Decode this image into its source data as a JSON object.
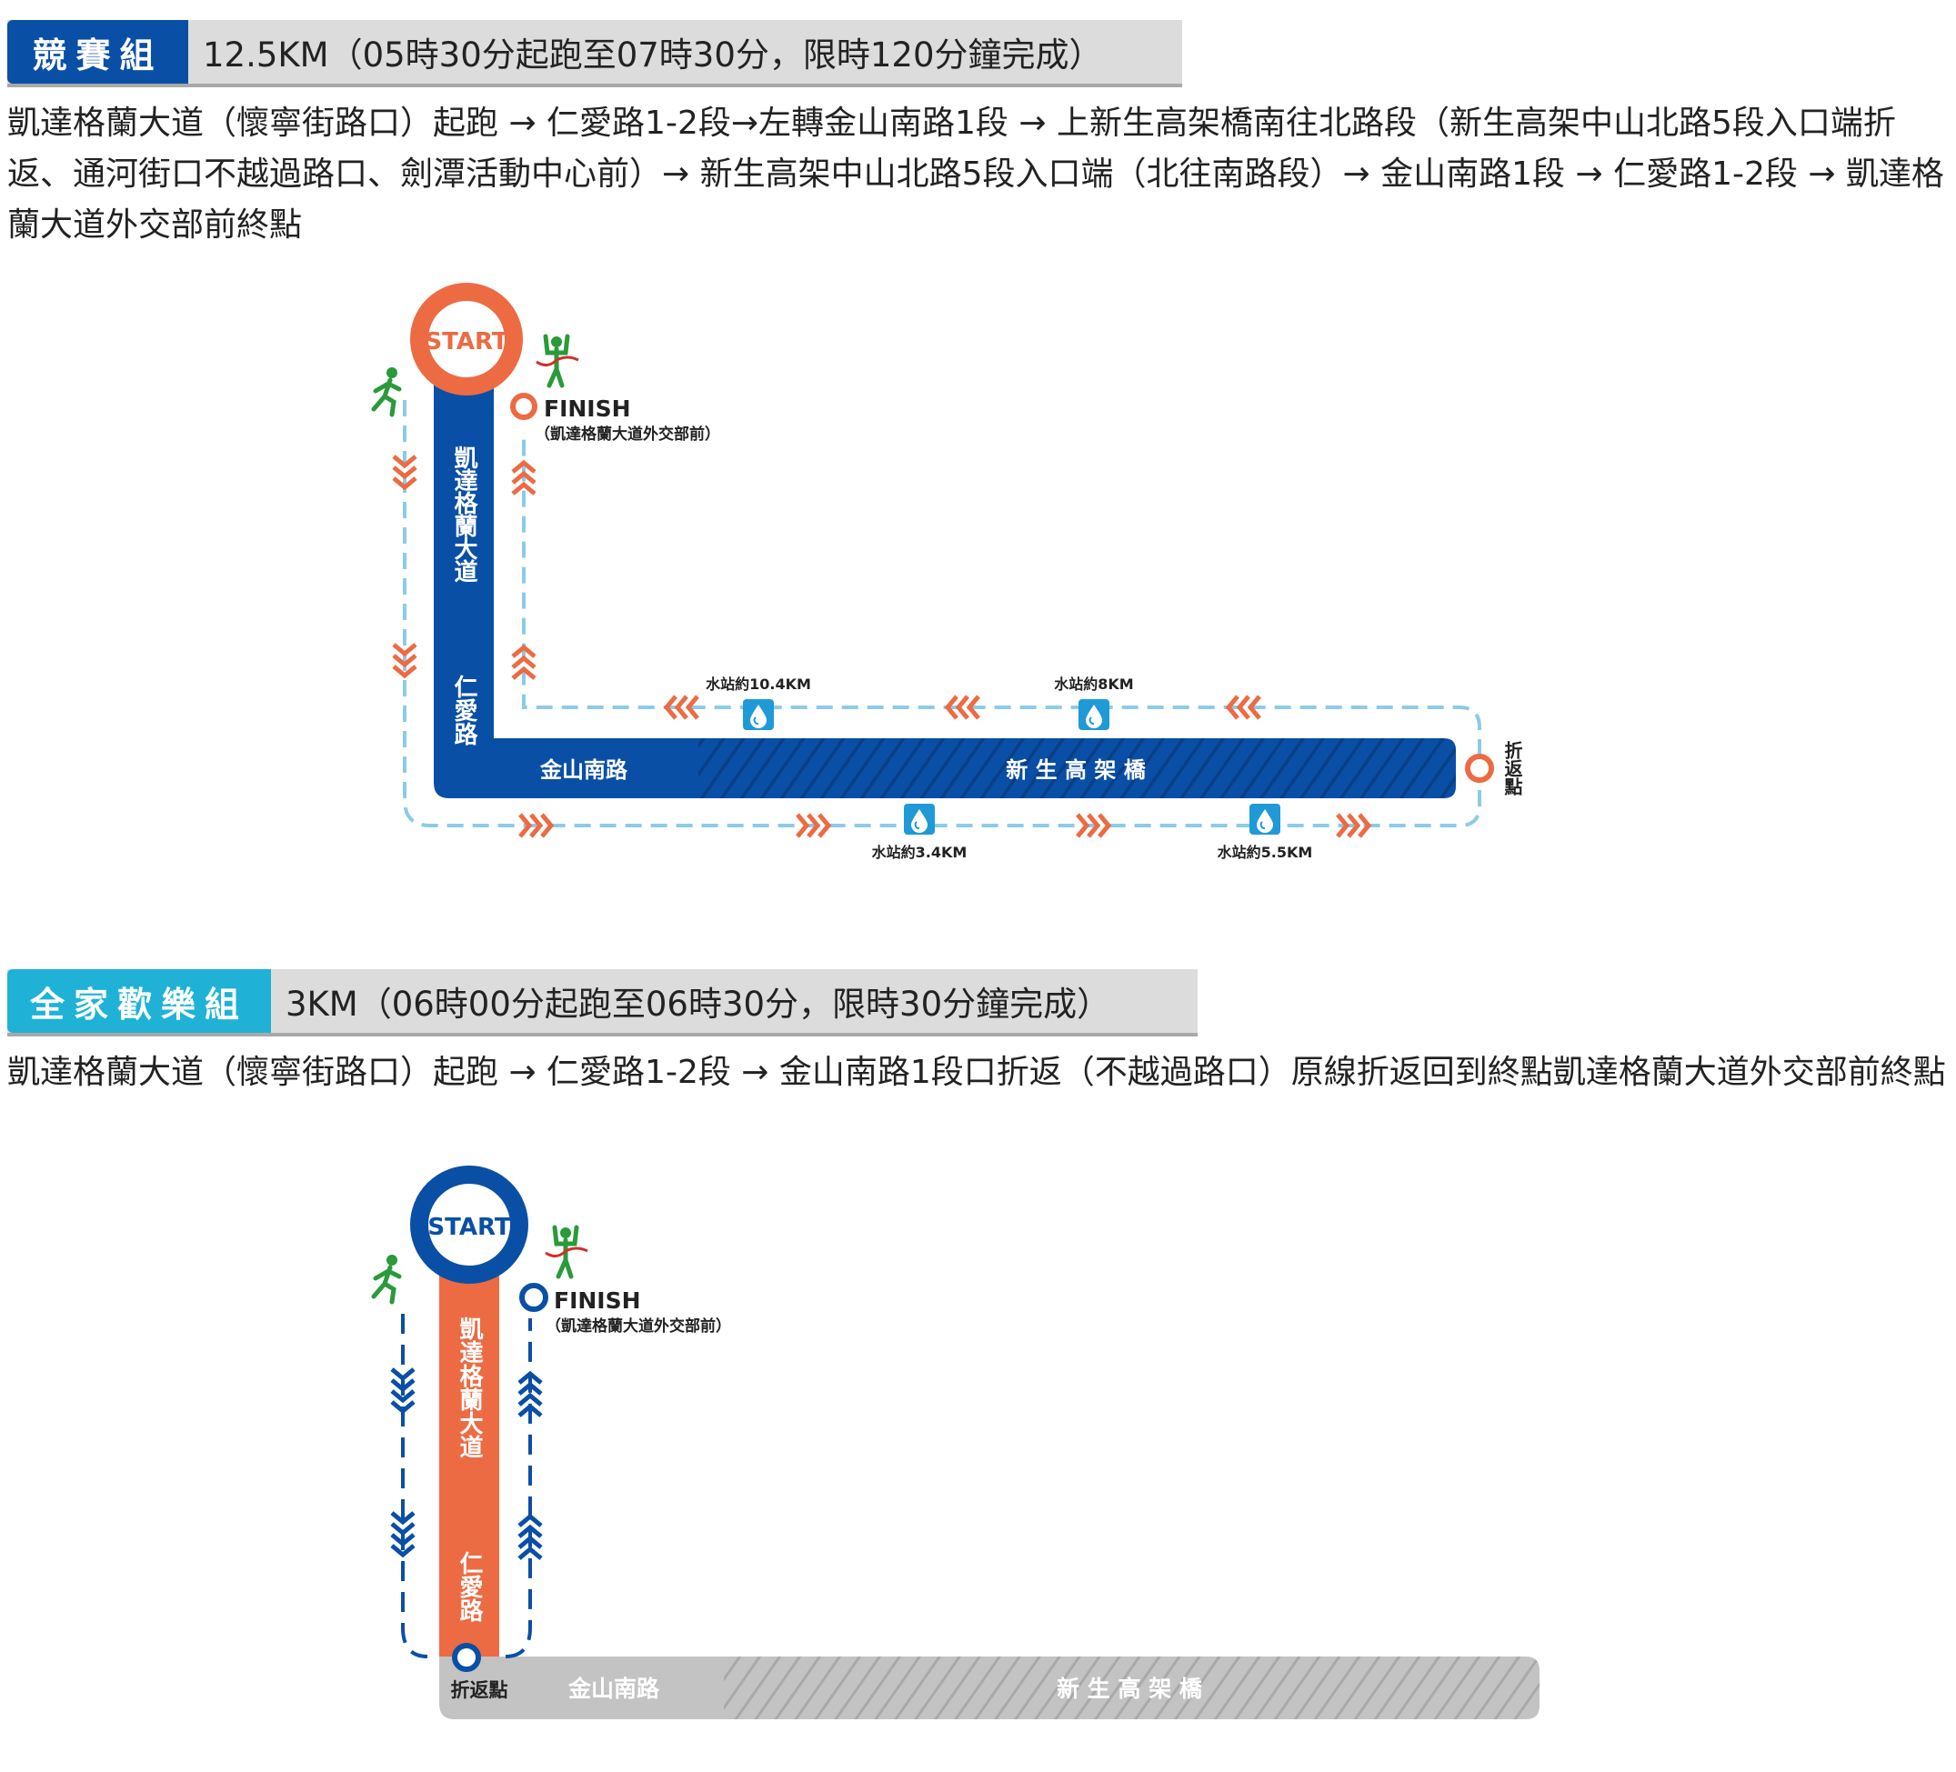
{
  "sections": [
    {
      "tag": "競賽組",
      "summary": "12.5KM（05時30分起跑至07時30分，限時120分鐘完成）",
      "route": "凱達格蘭大道（懷寧街路口）起跑 → 仁愛路1-2段→左轉金山南路1段 → 上新生高架橋南往北路段（新生高架中山北路5段入口端折返、通河街口不越過路口、劍潭活動中心前）→ 新生高架中山北路5段入口端（北往南路段）→ 金山南路1段 → 仁愛路1-2段 → 凱達格蘭大道外交部前終點",
      "accent": "#0a4fa6",
      "map": {
        "start": "START",
        "finish": "FINISH",
        "finish_note": "（凱達格蘭大道外交部前）",
        "road_vertical_1": "凱達格蘭大道",
        "road_vertical_2": "仁愛路",
        "road_horizontal_1": "金山南路",
        "road_horizontal_2": "新 生 高 架 橋",
        "turnaround": "折返點",
        "water_stations": [
          "水站約10.4KM",
          "水站約8KM",
          "水站約3.4KM",
          "水站約5.5KM"
        ]
      }
    },
    {
      "tag": "全家歡樂組",
      "summary": "3KM（06時00分起跑至06時30分，限時30分鐘完成）",
      "route": "凱達格蘭大道（懷寧街路口）起跑 → 仁愛路1-2段 → 金山南路1段口折返（不越過路口）原線折返回到終點凱達格蘭大道外交部前終點",
      "accent": "#1fb2d6",
      "map": {
        "start": "START",
        "finish": "FINISH",
        "finish_note": "（凱達格蘭大道外交部前）",
        "road_vertical_1": "凱達格蘭大道",
        "road_vertical_2": "仁愛路",
        "road_horizontal_1": "金山南路",
        "road_horizontal_2": "新 生 高 架 橋",
        "turnaround": "折返點"
      }
    }
  ],
  "colors": {
    "blue": "#0a4fa6",
    "orange": "#ec6b43",
    "cyan": "#1fb2d6",
    "light_blue_dash": "#8ccbe8",
    "grey_road": "#c3c3c3",
    "green_runner": "#2a9a3a"
  }
}
